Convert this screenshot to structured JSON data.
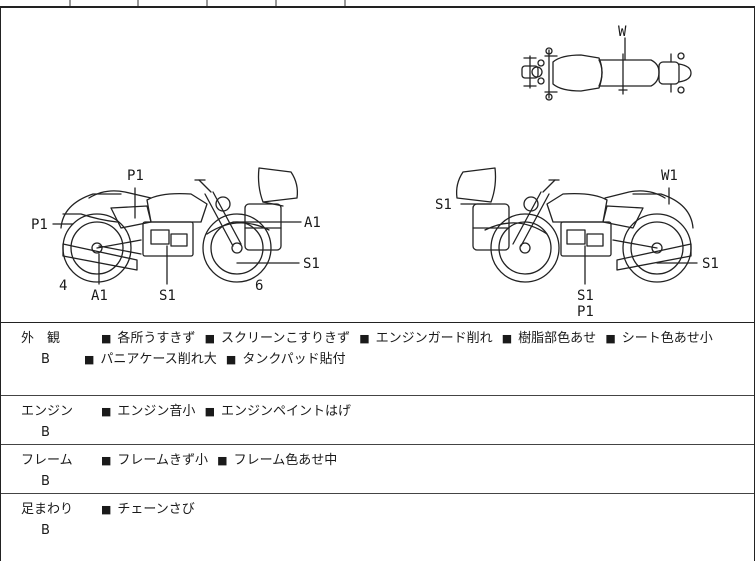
{
  "diagram": {
    "left_bike_labels": {
      "p1_top": "P1",
      "p1_left": "P1",
      "a1_right": "A1",
      "s1_right": "S1",
      "num_4": "4",
      "a1_bottom": "A1",
      "s1_bottom": "S1",
      "num_6": "6"
    },
    "right_bike_labels": {
      "w1_top": "W1",
      "s1_left": "S1",
      "s1_right": "S1",
      "s1_bottom": "S1",
      "p1_bottom": "P1"
    },
    "top_view_label": "W"
  },
  "conditions": [
    {
      "category": "外　観",
      "grade": "B",
      "items": [
        "各所うすきず",
        "スクリーンこすりきず",
        "エンジンガード削れ",
        "樹脂部色あせ",
        "シート色あせ小",
        "パニアケース削れ大",
        "タンクパッド貼付"
      ]
    },
    {
      "category": "エンジン",
      "grade": "B",
      "items": [
        "エンジン音小",
        "エンジンペイントはげ"
      ]
    },
    {
      "category": "フレーム",
      "grade": "B",
      "items": [
        "フレームきず小",
        "フレーム色あせ中"
      ]
    },
    {
      "category": "足まわり",
      "grade": "B",
      "items": [
        "チェーンさび"
      ]
    }
  ]
}
